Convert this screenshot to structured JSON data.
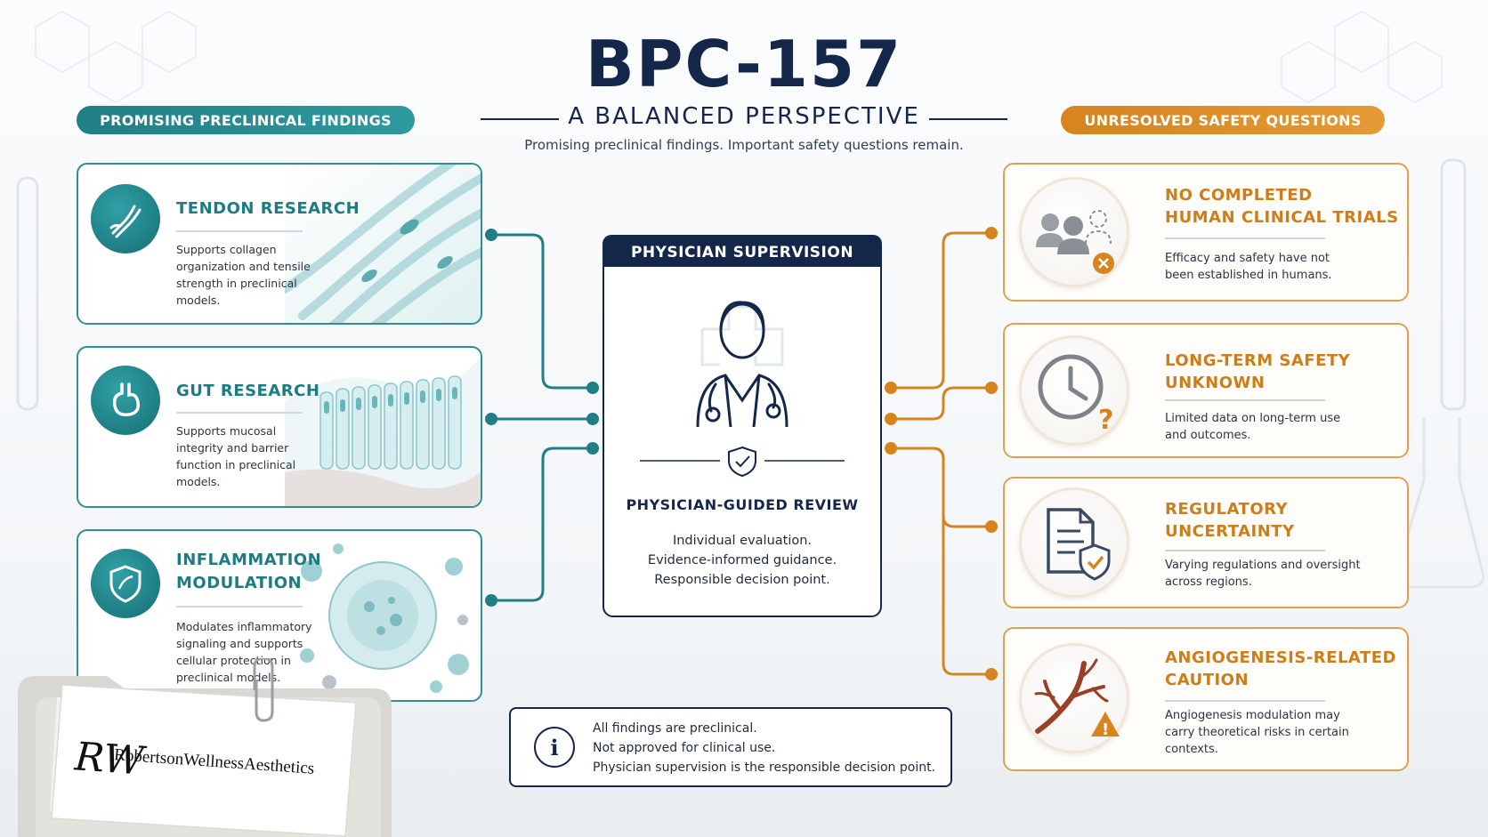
{
  "header": {
    "title": "BPC-157",
    "subtitle": "A BALANCED PERSPECTIVE",
    "tagline": "Promising preclinical findings. Important safety questions remain."
  },
  "left_section": {
    "label": "PROMISING PRECLINICAL FINDINGS",
    "cards": [
      {
        "title_lines": [
          "TENDON RESEARCH"
        ],
        "description": "Supports collagen organization and tensile strength in preclinical models.",
        "icon": "tendon-icon"
      },
      {
        "title_lines": [
          "GUT RESEARCH"
        ],
        "description": "Supports mucosal integrity and barrier function in preclinical models.",
        "icon": "stomach-icon"
      },
      {
        "title_lines": [
          "INFLAMMATION",
          "MODULATION"
        ],
        "description": "Modulates inflammatory signaling and supports cellular protection in preclinical models.",
        "icon": "shield-icon"
      }
    ]
  },
  "center": {
    "tab_label": "PHYSICIAN SUPERVISION",
    "review_title": "PHYSICIAN-GUIDED REVIEW",
    "lines": [
      "Individual evaluation.",
      "Evidence-informed guidance.",
      "Responsible decision point."
    ],
    "icon": "physician-icon"
  },
  "right_section": {
    "label": "UNRESOLVED SAFETY QUESTIONS",
    "cards": [
      {
        "title_lines": [
          "NO COMPLETED",
          "HUMAN CLINICAL TRIALS"
        ],
        "description": "Efficacy and safety have not been established in humans.",
        "icon": "people-x-icon"
      },
      {
        "title_lines": [
          "LONG-TERM SAFETY",
          "UNKNOWN"
        ],
        "description": "Limited data on long-term use and outcomes.",
        "icon": "clock-question-icon"
      },
      {
        "title_lines": [
          "REGULATORY",
          "UNCERTAINTY"
        ],
        "description": "Varying regulations and oversight across regions.",
        "icon": "document-shield-icon"
      },
      {
        "title_lines": [
          "ANGIOGENESIS-RELATED",
          "CAUTION"
        ],
        "description": "Angiogenesis modulation may carry theoretical risks in certain contexts.",
        "icon": "vessel-warning-icon"
      }
    ]
  },
  "notice": {
    "lines": [
      "All findings are preclinical.",
      "Not approved for clinical use.",
      "Physician supervision is the responsible decision point."
    ]
  },
  "logo": {
    "monogram": "RW",
    "text": "RobertsonWellnessAesthetics"
  },
  "colors": {
    "navy": "#14264a",
    "teal": "#1f7f85",
    "orange": "#d5841e"
  }
}
